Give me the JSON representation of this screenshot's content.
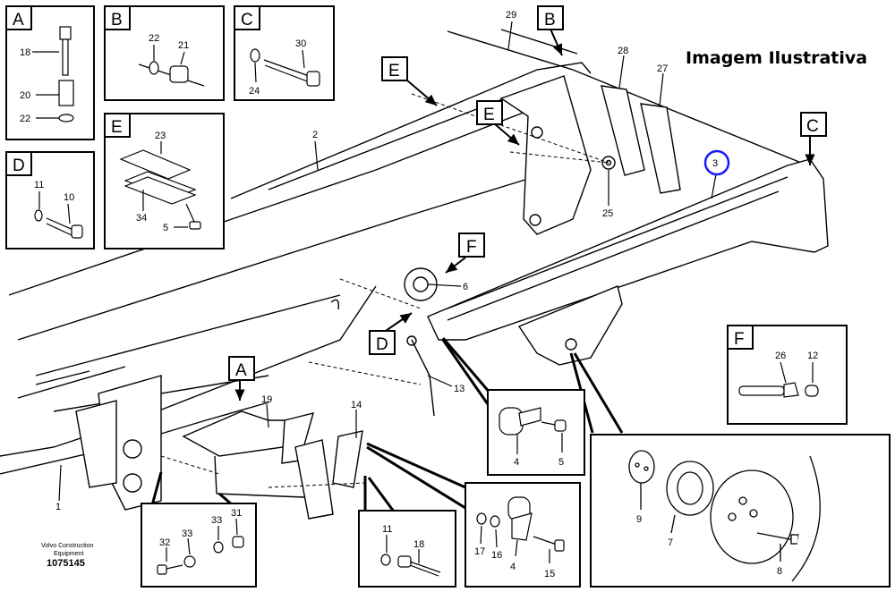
{
  "title": "Imagem Ilustrativa",
  "highlight_color": "#1a1aff",
  "caption": {
    "line1": "Volvo Construction",
    "line2": "Equipment",
    "doc_number": "1075145"
  },
  "detail_boxes": {
    "A": {
      "letter": "A",
      "parts": [
        "18",
        "20",
        "22"
      ]
    },
    "B": {
      "letter": "B",
      "parts": [
        "22",
        "21"
      ]
    },
    "C": {
      "letter": "C",
      "parts": [
        "30",
        "24"
      ]
    },
    "D": {
      "letter": "D",
      "parts": [
        "11",
        "10"
      ]
    },
    "E": {
      "letter": "E",
      "parts": [
        "23",
        "34",
        "5"
      ]
    },
    "F": {
      "letter": "F",
      "parts": [
        "26",
        "12"
      ]
    }
  },
  "view_markers": {
    "B": "B",
    "E_top": "E",
    "E_mid": "E",
    "C": "C",
    "F": "F",
    "D": "D",
    "A": "A"
  },
  "main_labels": {
    "l29": "29",
    "l28": "28",
    "l27": "27",
    "l2": "2",
    "l3": "3",
    "l25": "25",
    "l6": "6",
    "l13": "13",
    "l1": "1",
    "l19": "19",
    "l14": "14"
  },
  "inset_4_5": [
    "4",
    "5"
  ],
  "inset_9_7_8": [
    "9",
    "7",
    "8"
  ],
  "inset_32_33_31": [
    "32",
    "33",
    "33",
    "31"
  ],
  "inset_11_18": [
    "11",
    "18"
  ],
  "inset_17_16_4_15": [
    "17",
    "16",
    "4",
    "15"
  ]
}
